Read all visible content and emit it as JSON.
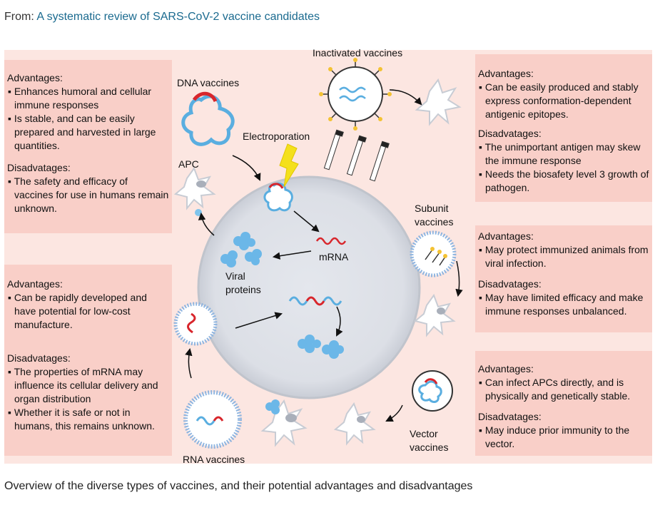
{
  "header": {
    "from_label": "From:",
    "article_title": "A systematic review of SARS-CoV-2 vaccine candidates"
  },
  "labels": {
    "dna_vaccines": "DNA vaccines",
    "inactivated_vaccines": "Inactivated vaccines",
    "electroporation": "Electroporation",
    "apc": "APC",
    "mrna": "mRNA",
    "viral_proteins_1": "Viral",
    "viral_proteins_2": "proteins",
    "subunit_1": "Subunit",
    "subunit_2": "vaccines",
    "vector_1": "Vector",
    "vector_2": "vaccines",
    "rna_vaccines": "RNA vaccines"
  },
  "panels": {
    "dna": {
      "adv_head": "Advantages:",
      "adv": [
        "Enhances humoral and cellular immune responses",
        "Is stable, and can be easily prepared and harvested in large quantities."
      ],
      "dis_head": "Disadvatages:",
      "dis": [
        "The safety and efficacy of vaccines for use in humans remain unknown."
      ]
    },
    "rna": {
      "adv_head": "Advantages:",
      "adv": [
        "Can be rapidly developed and have potential for low-cost manufacture."
      ],
      "dis_head": "Disadvatages:",
      "dis": [
        "The properties of mRNA may influence its cellular delivery and organ distribution",
        "Whether it is safe or not in humans, this remains unknown."
      ]
    },
    "inactivated": {
      "adv_head": "Advantages:",
      "adv": [
        "Can be easily produced and stably express conformation-dependent antigenic epitopes."
      ],
      "dis_head": "Disadvatages:",
      "dis": [
        "The unimportant antigen may skew the immune response",
        "Needs the biosafety level 3 growth of pathogen."
      ]
    },
    "subunit": {
      "adv_head": "Advantages:",
      "adv": [
        "May protect immunized animals from viral infection."
      ],
      "dis_head": "Disadvatages:",
      "dis": [
        "May have limited efficacy and make immune responses unbalanced."
      ]
    },
    "vector": {
      "adv_head": "Advantages:",
      "adv": [
        "Can infect APCs directly, and is physically and genetically stable."
      ],
      "dis_head": "Disadvatages:",
      "dis": [
        "May induce prior immunity to the vector."
      ]
    }
  },
  "caption": "Overview of the diverse types of vaccines, and their potential advantages and disadvantages",
  "colors": {
    "background": "#fce6e1",
    "panel": "#f9cfc8",
    "cell": "#dde1e8",
    "link": "#1a6a8f",
    "rna_red": "#d8262c",
    "dna_blue": "#5aaee0",
    "bolt_yellow": "#f4e01c"
  },
  "icons": [
    "lightning-bolt-icon",
    "syringe-icon",
    "virus-icon",
    "apc-cell-icon",
    "lipid-nanoparticle-icon",
    "plasmid-icon"
  ]
}
